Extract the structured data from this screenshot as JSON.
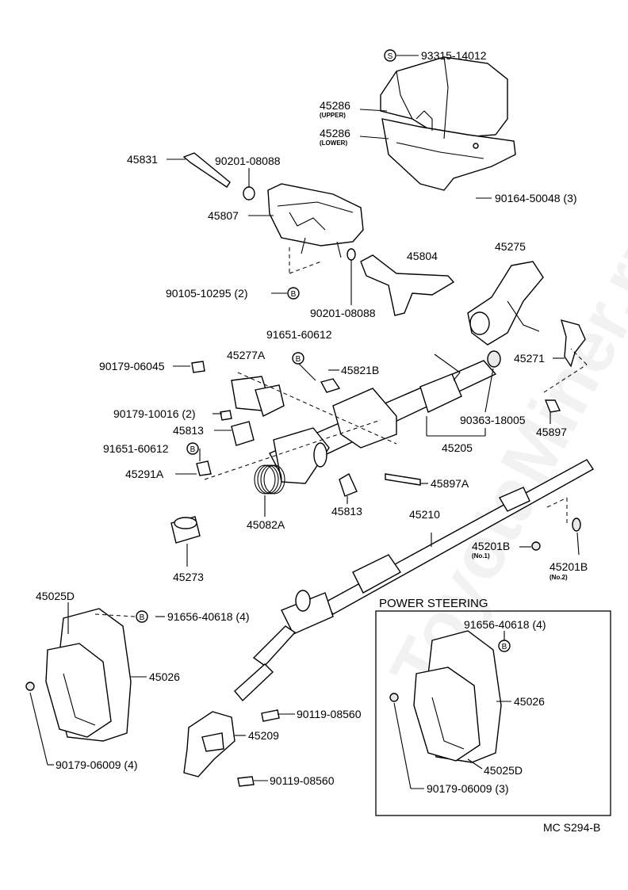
{
  "watermark": "ToyotaMiner.ru",
  "labels": {
    "p93315": "93315-14012",
    "p45286u": "45286",
    "p45286u_sub": "(UPPER)",
    "p45286l": "45286",
    "p45286l_sub": "(LOWER)",
    "p45831": "45831",
    "p90201a": "90201-08088",
    "p90164": "90164-50048 (3)",
    "p45807": "45807",
    "p45804": "45804",
    "p45275": "45275",
    "p90105": "90105-10295 (2)",
    "p90201b": "90201-08088",
    "p91651a": "91651-60612",
    "p45277a": "45277A",
    "p90179a": "90179-06045",
    "p45821b": "45821B",
    "p45271": "45271",
    "p90179b": "90179-10016 (2)",
    "p90363": "90363-18005",
    "p45897": "45897",
    "p45813a": "45813",
    "p45205": "45205",
    "p91651b": "91651-60612",
    "p45291a": "45291A",
    "p45897a": "45897A",
    "p45813b": "45813",
    "p45210": "45210",
    "p45082a": "45082A",
    "p45273": "45273",
    "p45201b1": "45201B",
    "p45201b1_sub": "(No.1)",
    "p45201b2": "45201B",
    "p45201b2_sub": "(No.2)",
    "p45025d": "45025D",
    "p91656a": "91656-40618 (4)",
    "p45026a": "45026",
    "p90179c": "90179-06009 (4)",
    "p90119a": "90119-08560",
    "p45209": "45209",
    "p90119b": "90119-08560",
    "ps_title": "POWER STEERING",
    "p91656b": "91656-40618 (4)",
    "p45026b": "45026",
    "p45025d_b": "45025D",
    "p90179d": "90179-06009 (3)",
    "footer": "MC S294-B"
  },
  "markers": {
    "s": "S",
    "b": "B"
  }
}
